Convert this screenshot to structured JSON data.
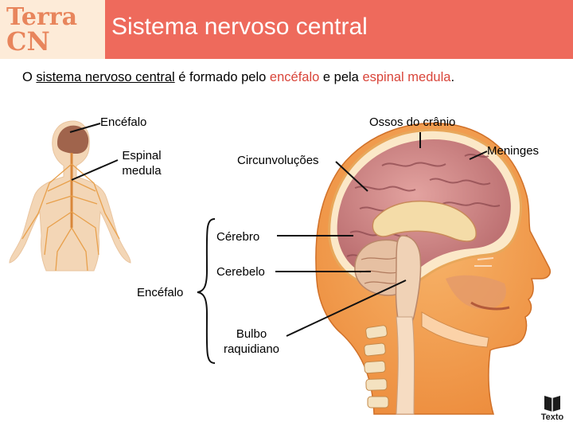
{
  "header": {
    "logo_line1": "Terra",
    "logo_line2": "CN",
    "title": "Sistema nervoso central"
  },
  "intro": {
    "part1": "O ",
    "term_snc": "sistema nervoso central",
    "part2": " é formado pelo ",
    "term_encefalo": "encéfalo",
    "part3": " e pela ",
    "term_medula": "espinal medula",
    "part4": "."
  },
  "labels": {
    "encefalo_top": "Encéfalo",
    "espinal_medula": "Espinal\nmedula",
    "ossos_cranio": "Ossos do crânio",
    "meninges": "Meninges",
    "circunvolucoes": "Circunvoluções",
    "cerebro": "Cérebro",
    "cerebelo": "Cerebelo",
    "encefalo_brace": "Encéfalo",
    "bulbo": "Bulbo\nraquidiano"
  },
  "publisher": {
    "name": "Texto"
  },
  "colors": {
    "header": "#ee6a5c",
    "logo_bg": "#fdebd8",
    "logo_text": "#e8855c",
    "highlight": "#d9453a"
  }
}
